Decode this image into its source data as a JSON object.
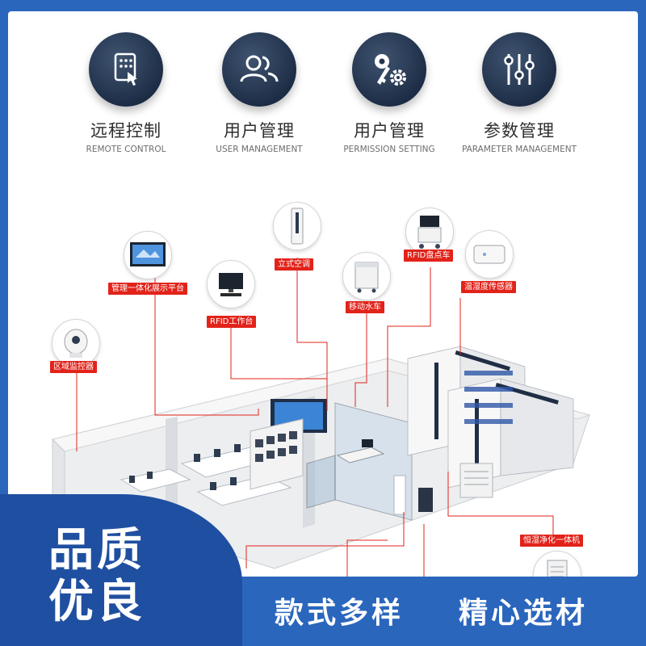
{
  "features": [
    {
      "title": "远程控制",
      "subtitle": "REMOTE CONTROL",
      "icon": "remote-control-icon"
    },
    {
      "title": "用户管理",
      "subtitle": "USER MANAGEMENT",
      "icon": "users-icon"
    },
    {
      "title": "用户管理",
      "subtitle": "PERMISSION SETTING",
      "icon": "key-gear-icon"
    },
    {
      "title": "参数管理",
      "subtitle": "PARAMETER MANAGEMENT",
      "icon": "sliders-icon"
    }
  ],
  "device_labels": {
    "management_display": "管理一体化展示平台",
    "air_conditioner": "立式空调",
    "rfid_cart": "RFID盘点车",
    "rfid_workstation": "RFID工作台",
    "mobile_cart": "移动水车",
    "temp_humidity_sensor": "温湿度传感器",
    "area_monitor": "区域监控器",
    "purifier": "恒湿净化一体机"
  },
  "promo": {
    "quality_line1": "品质",
    "quality_line2": "优良",
    "slogan1": "款式多样",
    "slogan2": "精心选材"
  },
  "colors": {
    "background": "#2b66bd",
    "label_red": "#e2231a",
    "icon_circle": "#1c2b44"
  }
}
